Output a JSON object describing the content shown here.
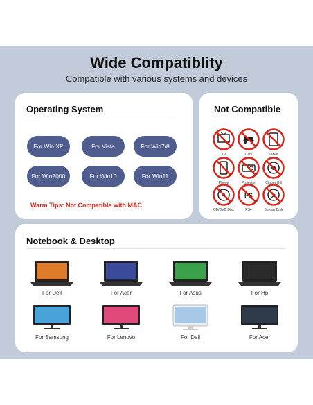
{
  "header": {
    "title": "Wide Compatiblity",
    "subtitle": "Compatible with various systems and devices"
  },
  "os": {
    "heading": "Operating System",
    "buttons": [
      "For Win XP",
      "For Vista",
      "For Win7/8",
      "For Win2000",
      "For Win10",
      "For Win11"
    ],
    "warning": "Warm Tips: Not Compatible with MAC"
  },
  "not_compatible": {
    "heading": "Not Compatible",
    "items": [
      {
        "label": "TV",
        "icon": "tv-icon"
      },
      {
        "label": "Cars",
        "icon": "car-icon"
      },
      {
        "label": "Tablet",
        "icon": "tablet-icon"
      },
      {
        "label": "Phone",
        "icon": "phone-icon"
      },
      {
        "label": "Projector",
        "icon": "projector-icon"
      },
      {
        "label": "Chrom OS",
        "icon": "chrome-icon"
      },
      {
        "label": "CD/DVD Disk",
        "icon": "disc-icon"
      },
      {
        "label": "PS4",
        "icon": "ps4-icon"
      },
      {
        "label": "Blu-ray Disk",
        "icon": "bluray-icon"
      }
    ],
    "prohibit_color": "#d9261c"
  },
  "devices": {
    "heading": "Notebook & Desktop",
    "items": [
      {
        "label": "For Dell",
        "icon": "laptop-icon"
      },
      {
        "label": "For Acer",
        "icon": "laptop-icon"
      },
      {
        "label": "For Asus",
        "icon": "laptop-icon"
      },
      {
        "label": "For Hp",
        "icon": "laptop-icon"
      },
      {
        "label": "For Samsung",
        "icon": "monitor-icon"
      },
      {
        "label": "For Lenovo",
        "icon": "monitor-icon"
      },
      {
        "label": "For Dell",
        "icon": "all-in-one-icon"
      },
      {
        "label": "For Acer",
        "icon": "monitor-icon"
      }
    ]
  },
  "colors": {
    "background_panel": "#c2cbd9",
    "button": "#4e5d8d",
    "warning": "#d9261c"
  }
}
